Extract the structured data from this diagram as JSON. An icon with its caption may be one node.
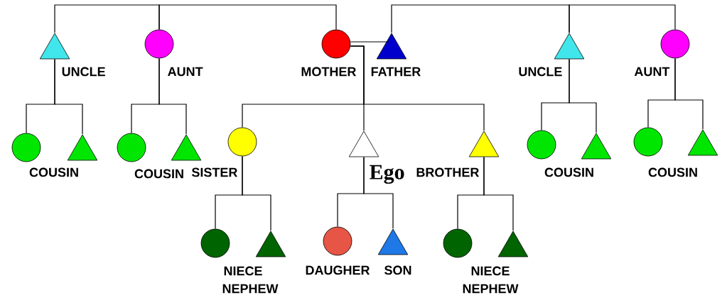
{
  "diagram": {
    "nodes": [
      {
        "text": [],
        "shape": "triangle",
        "beside": [
          "UNCLE"
        ]
      },
      {
        "text": [],
        "shape": "circle",
        "beside": [
          "AUNT"
        ]
      },
      {
        "text": [],
        "shape": "circle",
        "beside": [
          "MOTHER"
        ]
      },
      {
        "text": [],
        "shape": "triangle",
        "beside": [
          "FATHER"
        ]
      },
      {
        "text": [],
        "shape": "triangle",
        "beside": [
          "UNCLE"
        ]
      },
      {
        "text": [],
        "shape": "circle",
        "beside": [
          "AUNT"
        ]
      },
      {
        "text": [],
        "shape": "circle"
      },
      {
        "text": [],
        "shape": "triangle"
      },
      {
        "text": [],
        "shape": "circle"
      },
      {
        "text": [],
        "shape": "triangle"
      },
      {
        "text": [],
        "shape": "circle",
        "beside": [
          "SISTER"
        ]
      },
      {
        "text": [],
        "shape": "triangle",
        "beside": [
          "Ego"
        ]
      },
      {
        "text": [],
        "shape": "triangle",
        "beside": [
          "BROTHER"
        ]
      },
      {
        "text": [],
        "shape": "circle"
      },
      {
        "text": [],
        "shape": "triangle"
      },
      {
        "text": [],
        "shape": "circle"
      },
      {
        "text": [],
        "shape": "triangle"
      },
      {
        "text": [],
        "shape": "circle",
        "beside": [
          "NIECE"
        ]
      },
      {
        "text": [],
        "shape": "triangle",
        "beside": [
          "NEPHEW"
        ]
      },
      {
        "text": [],
        "shape": "circle",
        "beside": [
          "DAUGHER"
        ]
      },
      {
        "text": [],
        "shape": "triangle",
        "beside": [
          "SON"
        ]
      },
      {
        "text": [],
        "shape": "circle",
        "beside": [
          "NIECE"
        ]
      },
      {
        "text": [],
        "shape": "triangle",
        "beside": [
          "NEPHEW"
        ]
      }
    ],
    "edges": [
      {
        "from": 0,
        "to": 1,
        "arrow": "none"
      },
      {
        "from": 1,
        "to": 2,
        "arrow": "none"
      },
      {
        "from": 3,
        "to": 4,
        "arrow": "none"
      },
      {
        "from": 4,
        "to": 5,
        "arrow": "none"
      },
      {
        "from": 2,
        "to": 3,
        "arrow": "none"
      },
      {
        "from": 2,
        "to": 10,
        "arrow": "none"
      },
      {
        "from": 2,
        "to": 11,
        "arrow": "none"
      },
      {
        "from": 2,
        "to": 12,
        "arrow": "none"
      },
      {
        "from": 0,
        "to": 6,
        "arrow": "none"
      },
      {
        "from": 0,
        "to": 7,
        "arrow": "none"
      },
      {
        "from": 1,
        "to": 8,
        "arrow": "none"
      },
      {
        "from": 1,
        "to": 9,
        "arrow": "none"
      },
      {
        "from": 4,
        "to": 13,
        "arrow": "none"
      },
      {
        "from": 4,
        "to": 14,
        "arrow": "none"
      },
      {
        "from": 5,
        "to": 15,
        "arrow": "none"
      },
      {
        "from": 5,
        "to": 16,
        "arrow": "none"
      },
      {
        "from": 10,
        "to": 17,
        "arrow": "none"
      },
      {
        "from": 10,
        "to": 18,
        "arrow": "none"
      },
      {
        "from": 11,
        "to": 19,
        "arrow": "none"
      },
      {
        "from": 11,
        "to": 20,
        "arrow": "none"
      },
      {
        "from": 12,
        "to": 21,
        "arrow": "none"
      },
      {
        "from": 12,
        "to": 22,
        "arrow": "none"
      }
    ],
    "labels": [
      "COUSIN",
      "COUSIN",
      "COUSIN",
      "COUSIN"
    ]
  }
}
